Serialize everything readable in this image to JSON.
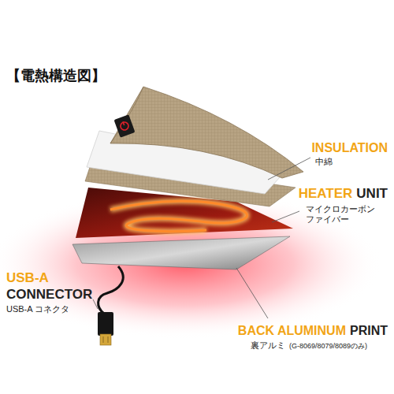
{
  "diagram": {
    "title": "【電熱構造図】",
    "labels": [
      "INSULATION",
      "中綿",
      "HEATER",
      "UNIT",
      "マイクロカーボン ファイバー",
      "USB-A",
      "CONNECTOR",
      "USB-A コネクタ",
      "BACK ALUMINUM",
      "PRINT",
      "裏アルミ",
      "(G-8069/8079/8089のみ)"
    ]
  }
}
